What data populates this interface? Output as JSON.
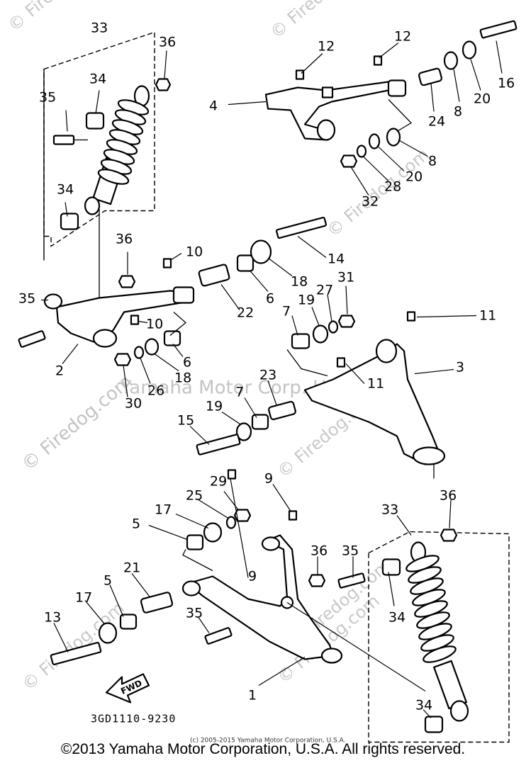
{
  "callouts": [
    {
      "id": "c33a",
      "text": "33"
    },
    {
      "id": "c36a",
      "text": "36"
    },
    {
      "id": "c34a",
      "text": "34"
    },
    {
      "id": "c35a",
      "text": "35"
    },
    {
      "id": "c34b",
      "text": "34"
    },
    {
      "id": "c12a",
      "text": "12"
    },
    {
      "id": "c12b",
      "text": "12"
    },
    {
      "id": "c16",
      "text": "16"
    },
    {
      "id": "c4",
      "text": "4"
    },
    {
      "id": "c24",
      "text": "24"
    },
    {
      "id": "c8a",
      "text": "8"
    },
    {
      "id": "c20a",
      "text": "20"
    },
    {
      "id": "c8b",
      "text": "8"
    },
    {
      "id": "c20b",
      "text": "20"
    },
    {
      "id": "c28",
      "text": "28"
    },
    {
      "id": "c32",
      "text": "32"
    },
    {
      "id": "c36b",
      "text": "36"
    },
    {
      "id": "c10a",
      "text": "10"
    },
    {
      "id": "c14",
      "text": "14"
    },
    {
      "id": "c18a",
      "text": "18"
    },
    {
      "id": "c6a",
      "text": "6"
    },
    {
      "id": "c22",
      "text": "22"
    },
    {
      "id": "c35b",
      "text": "35"
    },
    {
      "id": "c10b",
      "text": "10"
    },
    {
      "id": "c2",
      "text": "2"
    },
    {
      "id": "c6b",
      "text": "6"
    },
    {
      "id": "c18b",
      "text": "18"
    },
    {
      "id": "c26",
      "text": "26"
    },
    {
      "id": "c30",
      "text": "30"
    },
    {
      "id": "c7a",
      "text": "7"
    },
    {
      "id": "c19a",
      "text": "19"
    },
    {
      "id": "c27",
      "text": "27"
    },
    {
      "id": "c31",
      "text": "31"
    },
    {
      "id": "c11a",
      "text": "11"
    },
    {
      "id": "c3",
      "text": "3"
    },
    {
      "id": "c11b",
      "text": "11"
    },
    {
      "id": "c23",
      "text": "23"
    },
    {
      "id": "c7b",
      "text": "7"
    },
    {
      "id": "c19b",
      "text": "19"
    },
    {
      "id": "c15",
      "text": "15"
    },
    {
      "id": "c9a",
      "text": "9"
    },
    {
      "id": "c29",
      "text": "29"
    },
    {
      "id": "c25",
      "text": "25"
    },
    {
      "id": "c17a",
      "text": "17"
    },
    {
      "id": "c5a",
      "text": "5"
    },
    {
      "id": "c33b",
      "text": "33"
    },
    {
      "id": "c36c",
      "text": "36"
    },
    {
      "id": "c36d",
      "text": "36"
    },
    {
      "id": "c35c",
      "text": "35"
    },
    {
      "id": "c21",
      "text": "21"
    },
    {
      "id": "c9b",
      "text": "9"
    },
    {
      "id": "c17b",
      "text": "17"
    },
    {
      "id": "c5b",
      "text": "5"
    },
    {
      "id": "c13",
      "text": "13"
    },
    {
      "id": "c35d",
      "text": "35"
    },
    {
      "id": "c34c",
      "text": "34"
    },
    {
      "id": "c1",
      "text": "1"
    },
    {
      "id": "c34d",
      "text": "34"
    }
  ],
  "watermarks": {
    "firedog_1": "© Firedog.com",
    "firedog_2": "© Firedog.com",
    "firedog_3": "© Firedog.com",
    "firedog_4": "© Firedog.com",
    "firedog_5": "© Firedog.com",
    "firedog_6": "© Firedog.com",
    "firedog_left": "© Firedog.com",
    "firedog_mid": "Firedog.com",
    "yamaha_mid": "Yamaha Motor Corp. U.S.A.",
    "yamaha_small": "(c) 2005-2015 Yamaha Motor Corporation, U.S.A."
  },
  "fwd_label": "FWD",
  "drawing_code": "3GD1110-9230",
  "copyright": "©2013 Yamaha Motor Corporation, U.S.A. All rights reserved."
}
